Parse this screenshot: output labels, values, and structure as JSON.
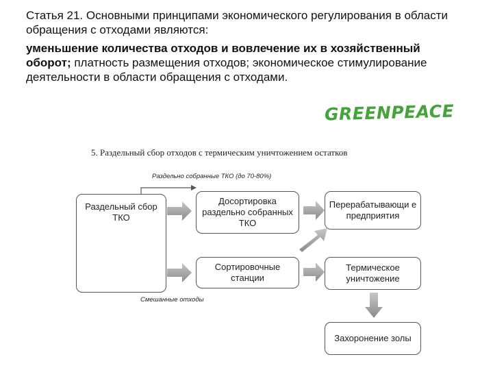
{
  "article": {
    "para1": "Статья 21. Основными принципами экономического регулирования в области обращения с отходами являются:",
    "para2_bold": "уменьшение количества отходов и вовлечение их в хозяйственный оборот;",
    "para2_rest": " платность размещения отходов; экономическое стимулирование деятельности в области обращения с отходами."
  },
  "logo": {
    "text": "GREENPEACE",
    "color": "#46a23a"
  },
  "diagram": {
    "title": "5.   Раздельный сбор отходов с термическим уничтожением остатков",
    "boxes": {
      "separate_collection": "Раздельный сбор ТКО",
      "additional_sorting": "Досортировка раздельно собранных ТКО",
      "processing_plants": "Перерабатывающи е предприятия",
      "sorting_stations": "Сортировочные станции",
      "thermal_destruction": "Термическое уничтожение",
      "ash_disposal": "Захоронение золы"
    },
    "notes": {
      "separately_collected": "Раздельно собранные ТКО (до 70-80%)",
      "mixed_waste": "Смешанные отходы"
    },
    "arrow_color": "#9a9a9a"
  }
}
